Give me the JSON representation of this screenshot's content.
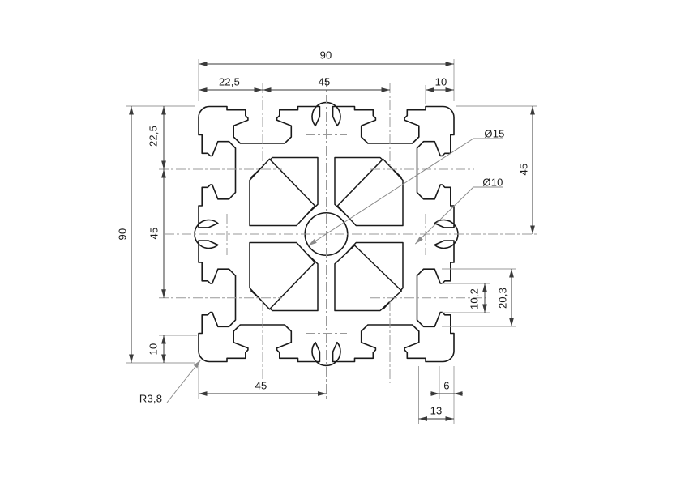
{
  "drawing": {
    "dimensions": {
      "top_overall": "90",
      "top_left": "22,5",
      "top_center": "45",
      "top_right": "10",
      "left_overall": "90",
      "left_top": "22,5",
      "left_center": "45",
      "left_bottom": "10",
      "right_height": "45",
      "slot_opening": "10,2",
      "slot_cavity": "20,3",
      "bottom_left": "45",
      "bottom_wall": "6",
      "bottom_depth": "13",
      "core_hole_diameter": "Ø15",
      "channel_hole_diameter": "Ø10",
      "corner_radius": "R3,8"
    },
    "colors": {
      "background": "#ffffff",
      "outline": "#1a1a1a",
      "dimension": "#3a3a3a",
      "extension": "#9a9a9a",
      "centerline": "#999999",
      "leader": "#8a8a8a",
      "text": "#1a1a1a"
    }
  }
}
